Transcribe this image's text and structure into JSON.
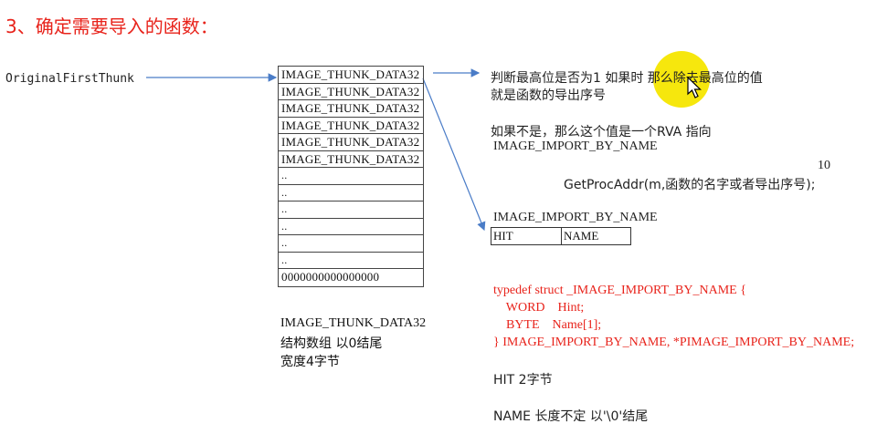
{
  "title": "3、确定需要导入的函数：",
  "original_first_thunk": "OriginalFirstThunk",
  "thunk_table": {
    "rows": [
      "IMAGE_THUNK_DATA32",
      "IMAGE_THUNK_DATA32",
      "IMAGE_THUNK_DATA32",
      "IMAGE_THUNK_DATA32",
      "IMAGE_THUNK_DATA32",
      "IMAGE_THUNK_DATA32"
    ],
    "dot_rows": [
      "..",
      "..",
      "..",
      "..",
      "..",
      ".."
    ],
    "terminator": "0000000000000000"
  },
  "thunk_caption": {
    "line1": "IMAGE_THUNK_DATA32",
    "line2": "结构数组 以0结尾",
    "line3": "宽度4字节"
  },
  "notes": {
    "line1": "判断最高位是否为1 如果时 那么除去最高位的值",
    "line2": "就是函数的导出序号",
    "line3": "如果不是，那么这个值是一个RVA 指向",
    "line4": "IMAGE_IMPORT_BY_NAME",
    "num10": "10",
    "getproc": "GetProcAddr(m,函数的名字或者导出序号);"
  },
  "import_by_name": {
    "label": "IMAGE_IMPORT_BY_NAME",
    "hit": "HIT",
    "name": "NAME"
  },
  "typedef": {
    "line1": "typedef struct _IMAGE_IMPORT_BY_NAME {",
    "line2": "    WORD    Hint;",
    "line3": "    BYTE    Name[1];",
    "line4": "} IMAGE_IMPORT_BY_NAME, *PIMAGE_IMPORT_BY_NAME;"
  },
  "hit_note": "HIT 2字节",
  "name_note": "NAME 长度不定 以'\\0'结尾",
  "colors": {
    "title": "#e8231b",
    "code": "#e8231b",
    "arrow": "#4a7cc7",
    "highlight": "#f5e600"
  },
  "icons": [
    "mouse-cursor-icon"
  ]
}
